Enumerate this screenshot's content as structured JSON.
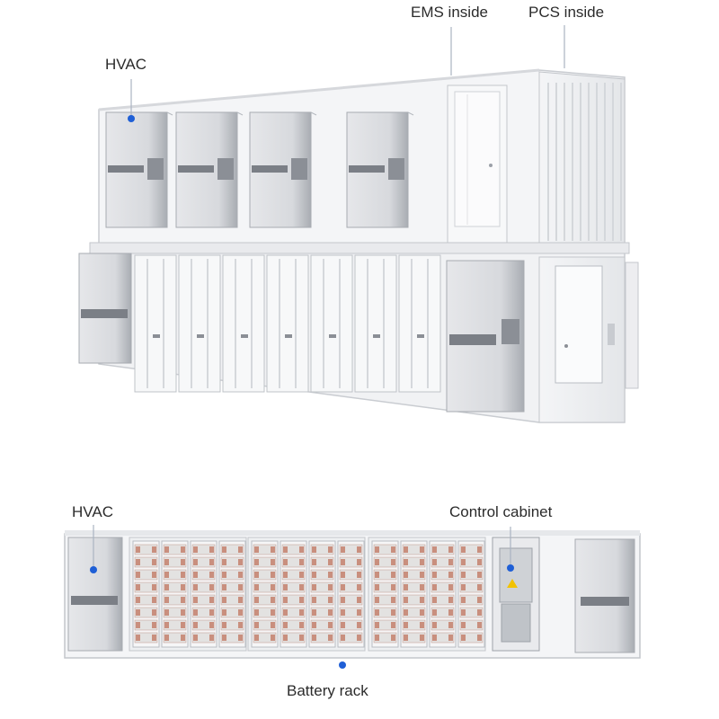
{
  "labels": {
    "hvac_top": "HVAC",
    "ems": "EMS inside",
    "pcs": "PCS inside",
    "hvac_bottom": "HVAC",
    "control_cabinet": "Control cabinet",
    "battery_rack": "Battery rack"
  },
  "colors": {
    "marker": "#1f5fd6",
    "leader": "#aab3c2",
    "container_body": "#f2f3f5",
    "container_edge": "#c9ccd1",
    "hvac_unit": "#dcdee2",
    "battery_cell": "#c98f7e",
    "battery_module": "#e3e2e1",
    "warning": "#f2c200"
  },
  "counts": {
    "top_hvac_units": 4,
    "bottom_doors": 7,
    "battery_rack_groups": 3,
    "racks_per_group": 4,
    "modules_per_rack": 8
  }
}
